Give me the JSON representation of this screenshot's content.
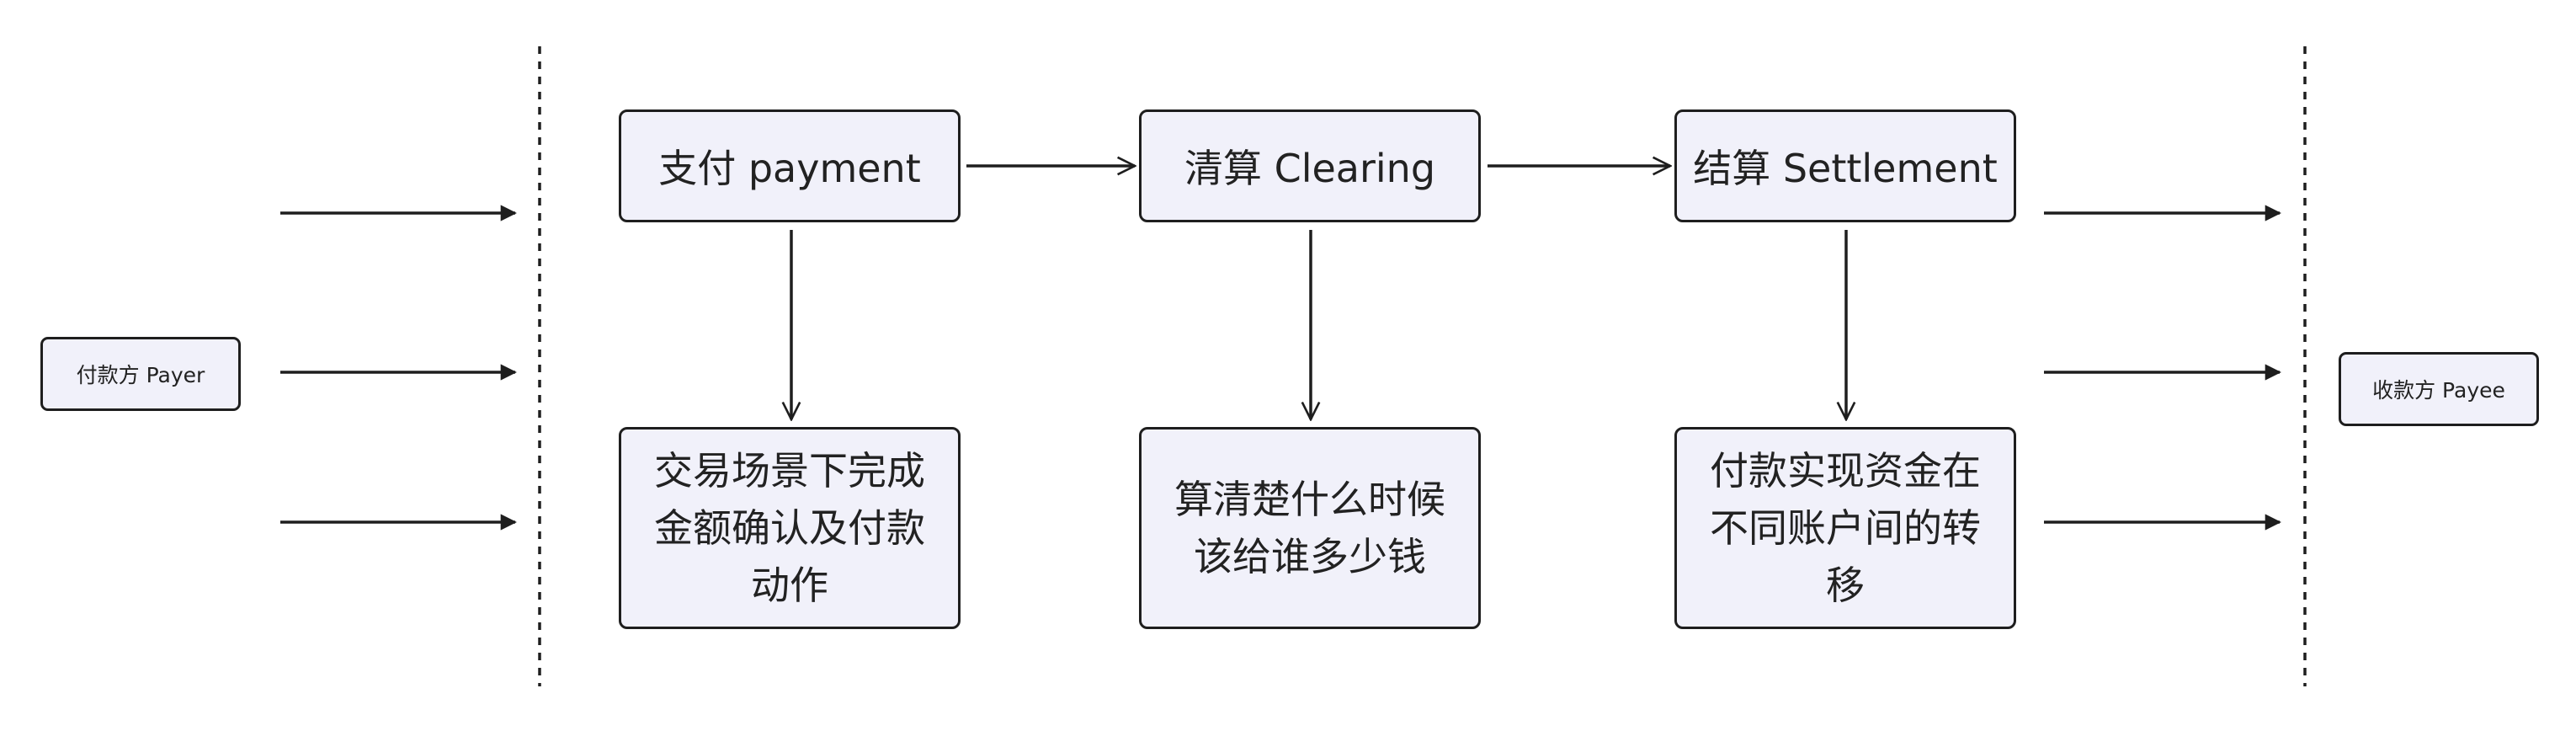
{
  "diagram": {
    "payer": {
      "label": "付款方 Payer"
    },
    "payee": {
      "label": "收款方 Payee"
    },
    "stages": [
      {
        "title": "支付 payment",
        "description": "交易场景下完成金额确认及付款动作"
      },
      {
        "title": "清算 Clearing",
        "description": "算清楚什么时候该给谁多少钱"
      },
      {
        "title": "结算 Settlement",
        "description": "付款实现资金在不同账户间的转移"
      }
    ]
  },
  "colors": {
    "box_fill": "#f1f1fa",
    "stroke": "#1e1e1e",
    "text": "#222222",
    "background": "#ffffff"
  }
}
